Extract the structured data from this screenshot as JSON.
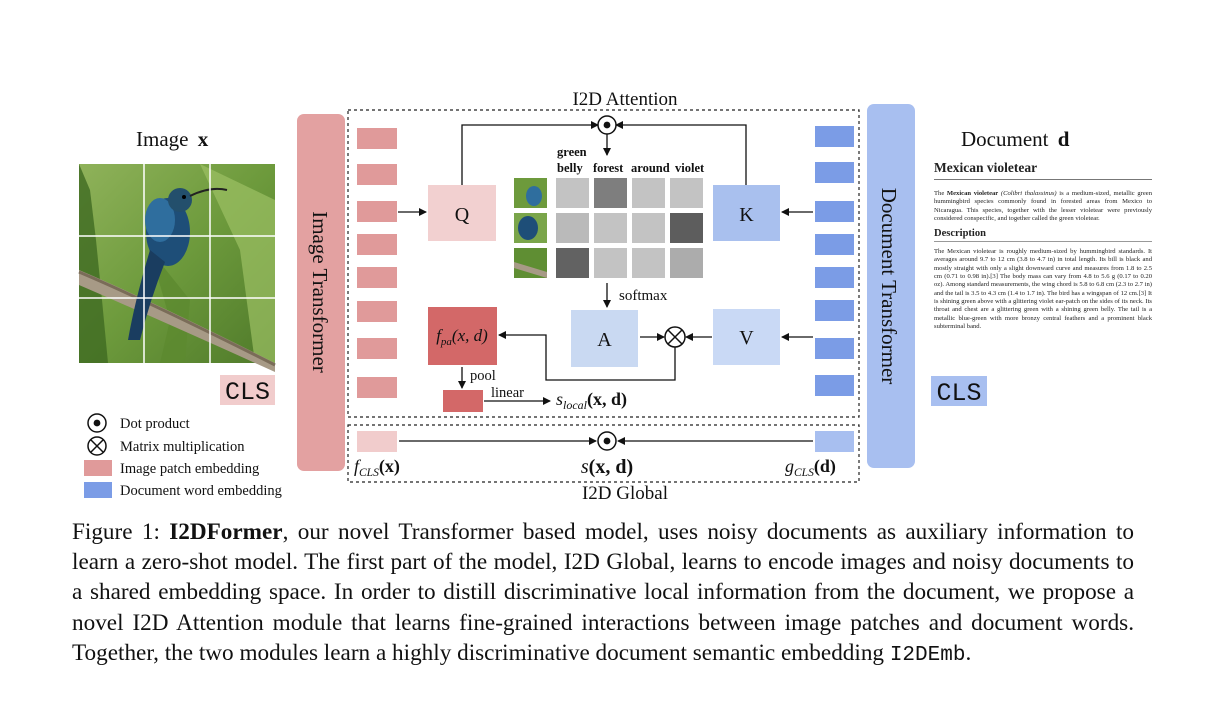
{
  "diagram": {
    "image_title": "Image",
    "image_var": "x",
    "doc_title": "Document",
    "doc_var": "d",
    "image_transformer": "Image Transformer",
    "document_transformer": "Document Transformer",
    "attention_title": "I2D Attention",
    "global_title": "I2D Global",
    "cls": "CLS",
    "q": "Q",
    "k": "K",
    "v": "V",
    "a": "A",
    "softmax": "softmax",
    "pool": "pool",
    "linear": "linear",
    "words": [
      "green",
      "belly",
      "forest",
      "around",
      "violet"
    ],
    "f_pa": "f",
    "f_pa_sub": "pa",
    "f_pa_args": "(x, d)",
    "s_local": "s",
    "s_local_sub": "local",
    "s_local_args": "(x, d)",
    "s_global": "s",
    "s_global_args": "(x, d)",
    "f_cls": "f",
    "f_cls_sub": "CLS",
    "f_cls_args": "(x)",
    "g_cls": "g",
    "g_cls_sub": "CLS",
    "g_cls_args": "(d)",
    "legend": {
      "dot": "Dot product",
      "matmul": "Matrix multiplication",
      "image_patch": "Image patch embedding",
      "doc_word": "Document word embedding"
    },
    "attention_matrix": [
      [
        0.15,
        0.55,
        0.15,
        0.15
      ],
      [
        0.2,
        0.15,
        0.15,
        0.75
      ],
      [
        0.72,
        0.15,
        0.15,
        0.28
      ]
    ]
  },
  "document": {
    "title": "Mexican violetear",
    "intro_bold": "Mexican violetear",
    "intro_pre": "The ",
    "intro_italic": " (Colibri thalassinus)",
    "intro_rest": " is a medium-sized, metallic green hummingbird species commonly found in forested areas from Mexico to Nicaragua. This species, together with the lesser violetear were previously considered conspecific, and together called the green violetear.",
    "section": "Description",
    "body": "The Mexican violetear is roughly medium-sized by hummingbird standards. It averages around 9.7 to 12 cm (3.8 to 4.7 in) in total length. Its bill is black and mostly straight with only a slight downward curve and measures from 1.8 to 2.5 cm (0.71 to 0.98 in).[3] The body mass can vary from 4.8 to 5.6 g (0.17 to 0.20 oz). Among standard measurements, the wing chord is 5.8 to 6.8 cm (2.3 to 2.7 in) and the tail is 3.5 to 4.3 cm (1.4 to 1.7 in). The bird has a wingspan of 12 cm.[3] It is shining green above with a glittering violet ear-patch on the sides of its neck. Its throat and chest are a glittering green with a shining green belly. The tail is a metallic blue-green with more bronzy central feathers and a prominent black subterminal band."
  },
  "caption": {
    "prefix": "Figure 1: ",
    "bold": "I2DFormer",
    "text": ", our novel Transformer based model, uses noisy documents as auxiliary information to learn a zero-shot model. The first part of the model, I2D Global, learns to encode images and noisy documents to a shared embedding space. In order to distill discriminative local information from the document, we propose a novel I2D Attention module that learns fine-grained interactions between image patches and document words. Together, the two modules learn a highly discriminative document semantic embedding ",
    "code": "I2DEmb",
    "end": "."
  },
  "colors": {
    "image_patch": "#e09a9a",
    "doc_word": "#7b9ce6",
    "image_transformer": "#e3a1a1",
    "document_transformer": "#a8bff0",
    "q_box": "#f2d0d0",
    "k_box": "#a9c0ee",
    "v_box": "#c9d9f5",
    "a_box": "#c9d9f2",
    "f_pa_box": "#d36868",
    "pool_box": "#d36868"
  }
}
